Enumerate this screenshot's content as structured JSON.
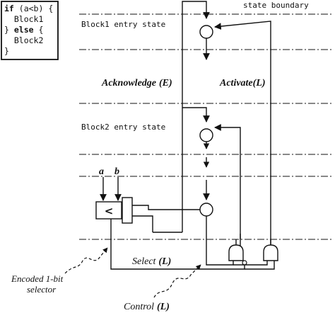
{
  "code": {
    "line1_kw": "if",
    "line1_rest": " (a<b) {",
    "line2": "  Block1",
    "line3_open": "} ",
    "line3_kw": "else",
    "line3_rest": " {",
    "line4": "  Block2",
    "line5": "}"
  },
  "labels": {
    "state_boundary": "state boundary",
    "block1_entry": "Block1 entry state",
    "block2_entry": "Block2 entry state",
    "acknowledge": "Acknowledge",
    "acknowledge_suffix": "(E)",
    "activate": "Activate",
    "activate_suffix": "(L)",
    "input_a": "a",
    "input_b": "b",
    "comparator": "<",
    "select": "Select",
    "select_suffix": "(L)",
    "encoded_line1": "Encoded 1-bit",
    "encoded_line2": "selector",
    "control": "Control",
    "control_suffix": "(L)"
  }
}
